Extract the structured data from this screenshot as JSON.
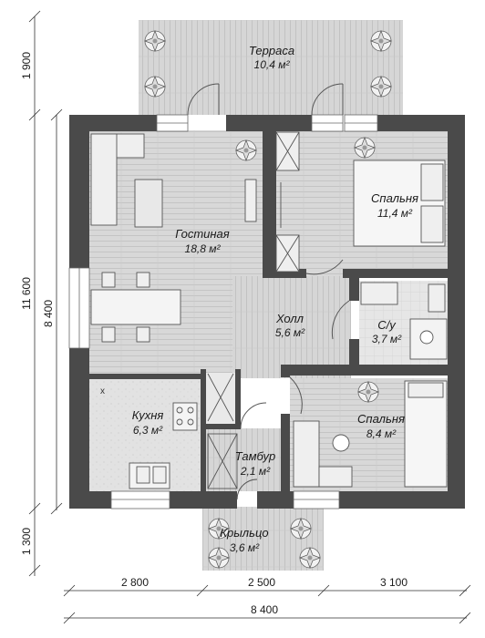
{
  "rooms": {
    "terrace": {
      "name": "Терраса",
      "area": "10,4 м²"
    },
    "living": {
      "name": "Гостиная",
      "area": "18,8 м²"
    },
    "bedroom1": {
      "name": "Спальня",
      "area": "11,4 м²"
    },
    "hall": {
      "name": "Холл",
      "area": "5,6 м²"
    },
    "bathroom": {
      "name": "С/у",
      "area": "3,7 м²"
    },
    "kitchen": {
      "name": "Кухня",
      "area": "6,3 м²"
    },
    "bedroom2": {
      "name": "Спальня",
      "area": "8,4 м²"
    },
    "vestibule": {
      "name": "Тамбур",
      "area": "2,1 м²"
    },
    "porch": {
      "name": "Крыльцо",
      "area": "3,6 м²"
    }
  },
  "dimensions": {
    "left_total": "11 600",
    "left_main": "8 400",
    "left_top": "1 900",
    "left_bottom": "1 300",
    "bottom_seg1": "2 800",
    "bottom_seg2": "2 500",
    "bottom_seg3": "3 100",
    "bottom_total": "8 400"
  },
  "colors": {
    "wall": "#4a4a4a",
    "wood": "#d6d6d6",
    "tile": "#e4e4e4"
  }
}
